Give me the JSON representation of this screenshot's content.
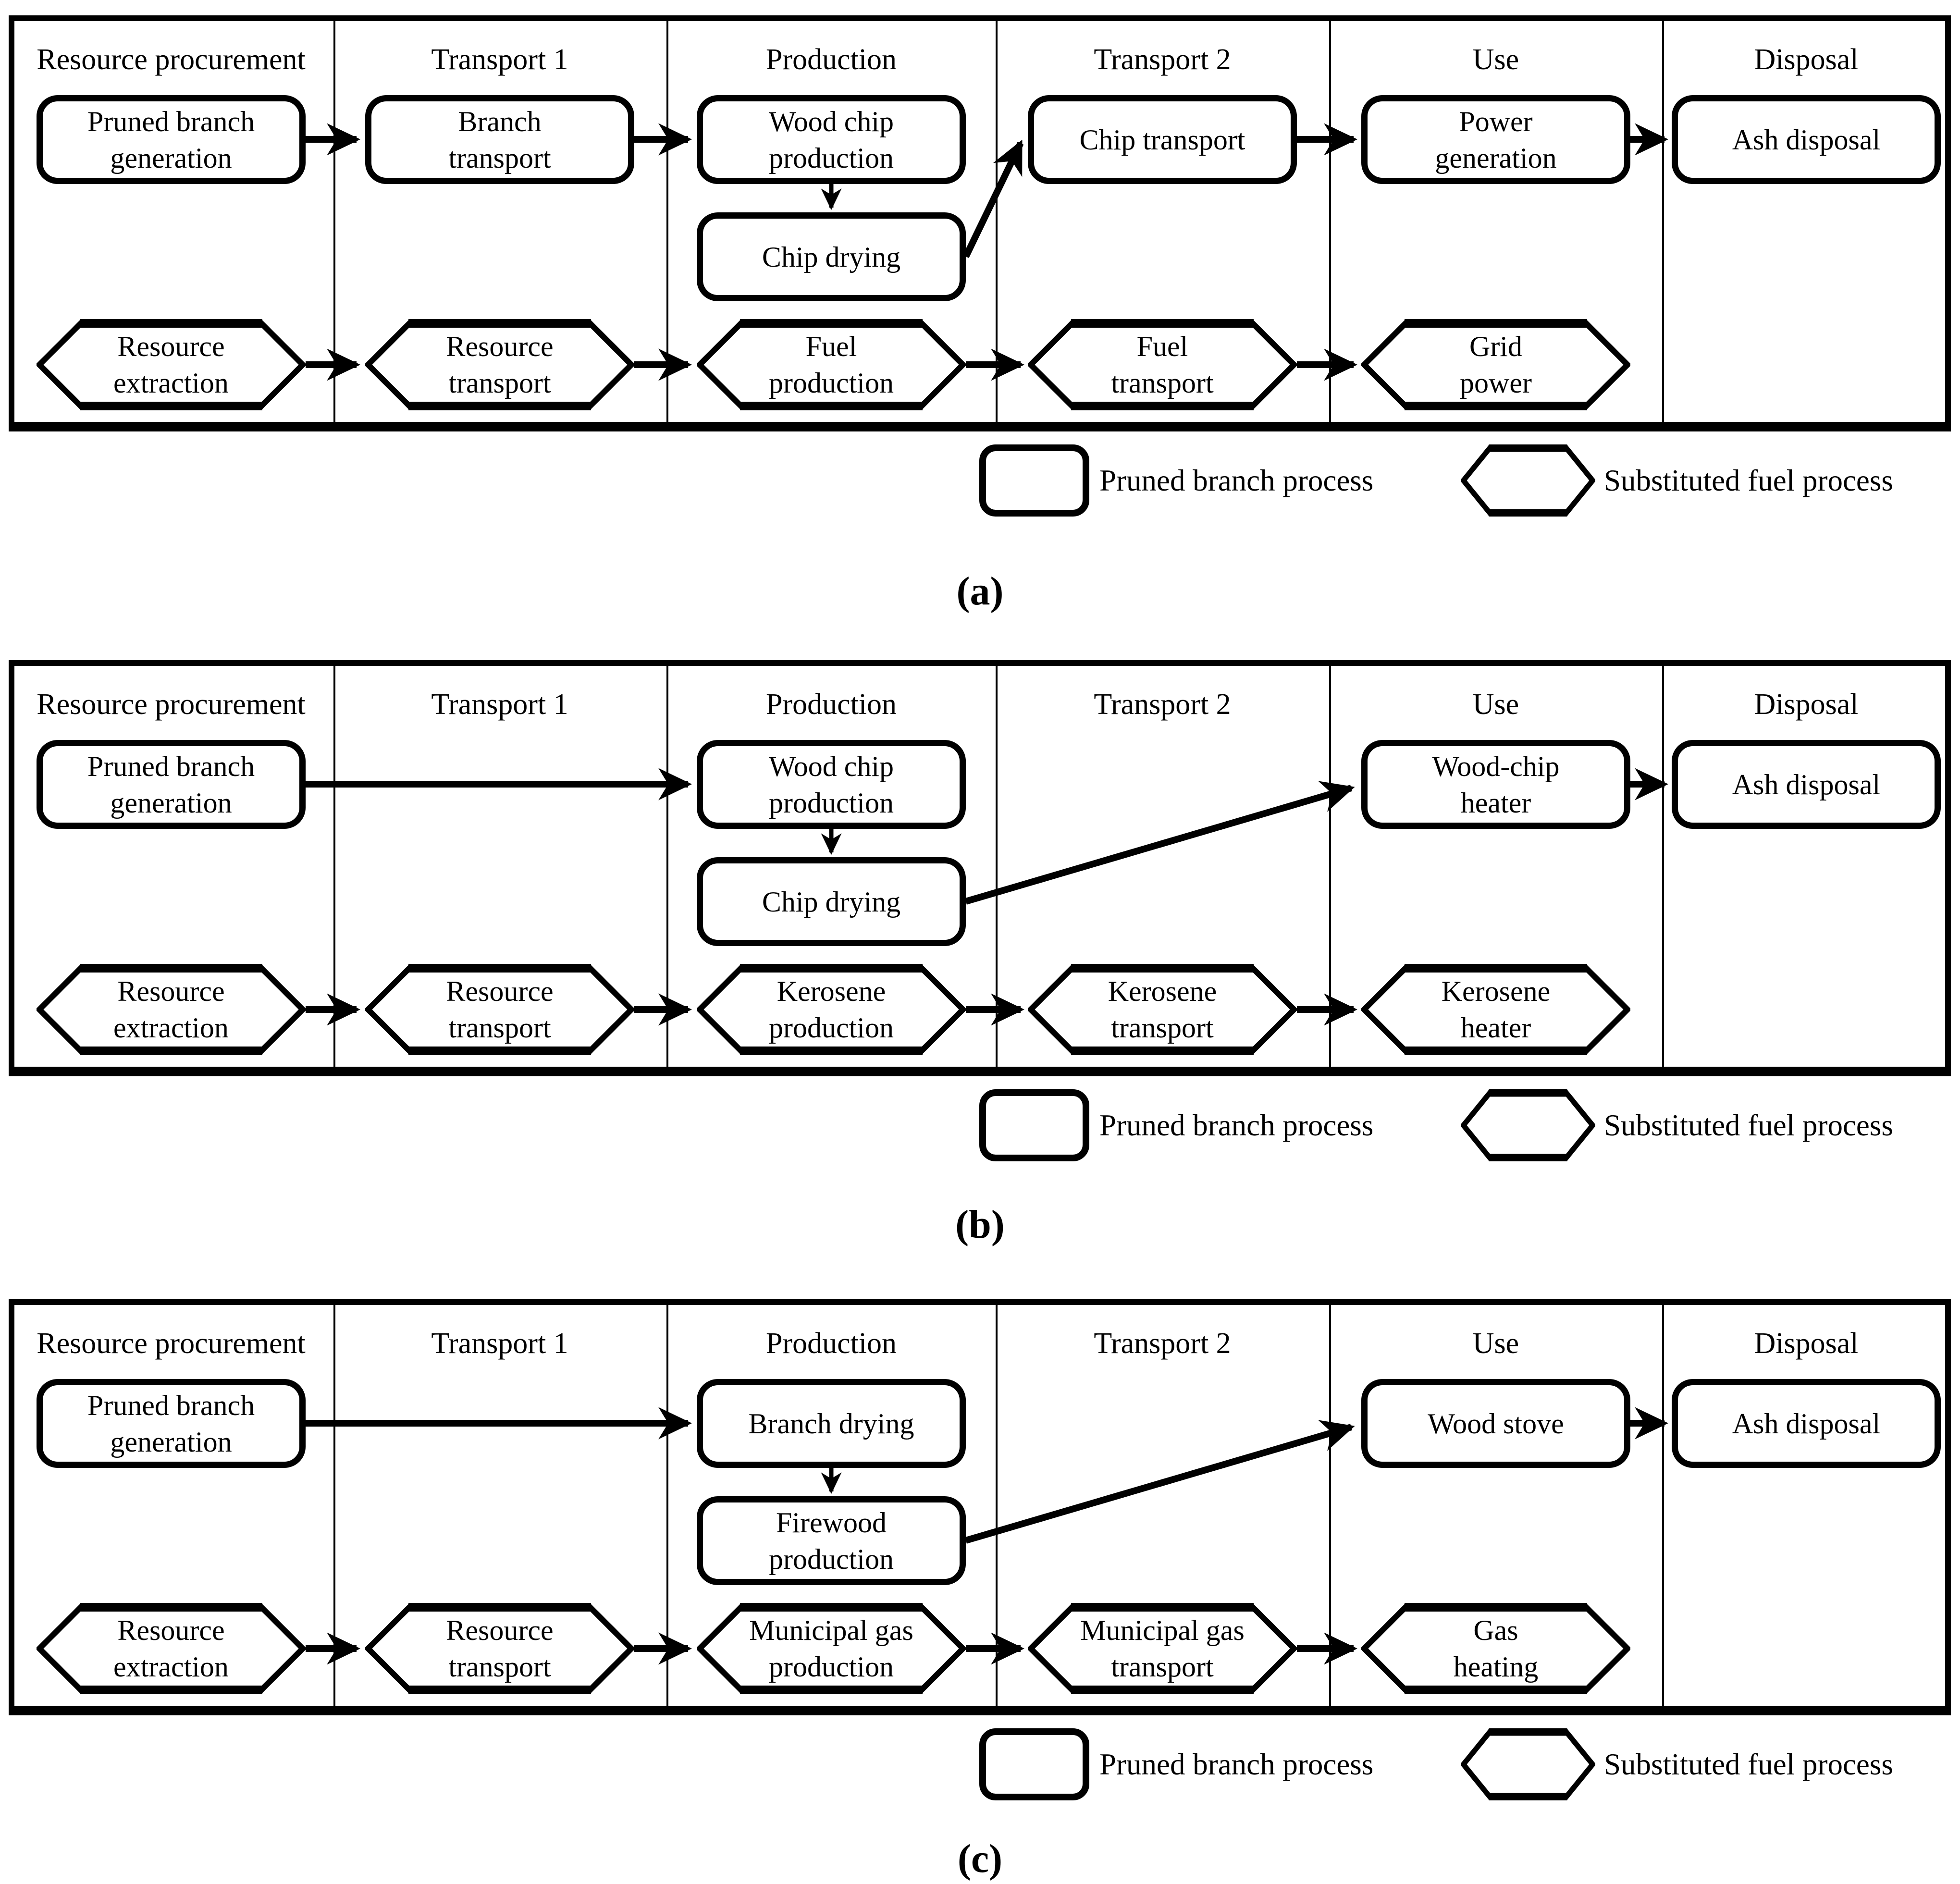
{
  "column_headers": [
    "Resource procurement",
    "Transport 1",
    "Production",
    "Transport 2",
    "Use",
    "Disposal"
  ],
  "legend": {
    "pruned_label": "Pruned branch process",
    "substituted_label": "Substituted fuel process"
  },
  "panels": [
    {
      "label": "(a)",
      "pruned": {
        "generation": "Pruned branch\ngeneration",
        "transport1": "Branch\ntransport",
        "prod_top": "Wood chip\nproduction",
        "prod_bottom": "Chip drying",
        "transport2": "Chip transport",
        "use": "Power\ngeneration",
        "disposal": "Ash disposal"
      },
      "fuel": {
        "extraction": "Resource\nextraction",
        "transport1": "Resource\ntransport",
        "production": "Fuel\nproduction",
        "transport2": "Fuel\ntransport",
        "use": "Grid\npower"
      }
    },
    {
      "label": "(b)",
      "pruned": {
        "generation": "Pruned branch\ngeneration",
        "prod_top": "Wood chip\nproduction",
        "prod_bottom": "Chip drying",
        "use": "Wood-chip\nheater",
        "disposal": "Ash disposal"
      },
      "fuel": {
        "extraction": "Resource\nextraction",
        "transport1": "Resource\ntransport",
        "production": "Kerosene\nproduction",
        "transport2": "Kerosene\ntransport",
        "use": "Kerosene\nheater"
      }
    },
    {
      "label": "(c)",
      "pruned": {
        "generation": "Pruned branch\ngeneration",
        "prod_top": "Branch drying",
        "prod_bottom": "Firewood\nproduction",
        "use": "Wood stove",
        "disposal": "Ash disposal"
      },
      "fuel": {
        "extraction": "Resource\nextraction",
        "transport1": "Resource\ntransport",
        "production": "Municipal gas\nproduction",
        "transport2": "Municipal gas\ntransport",
        "use": "Gas\nheating"
      }
    }
  ]
}
